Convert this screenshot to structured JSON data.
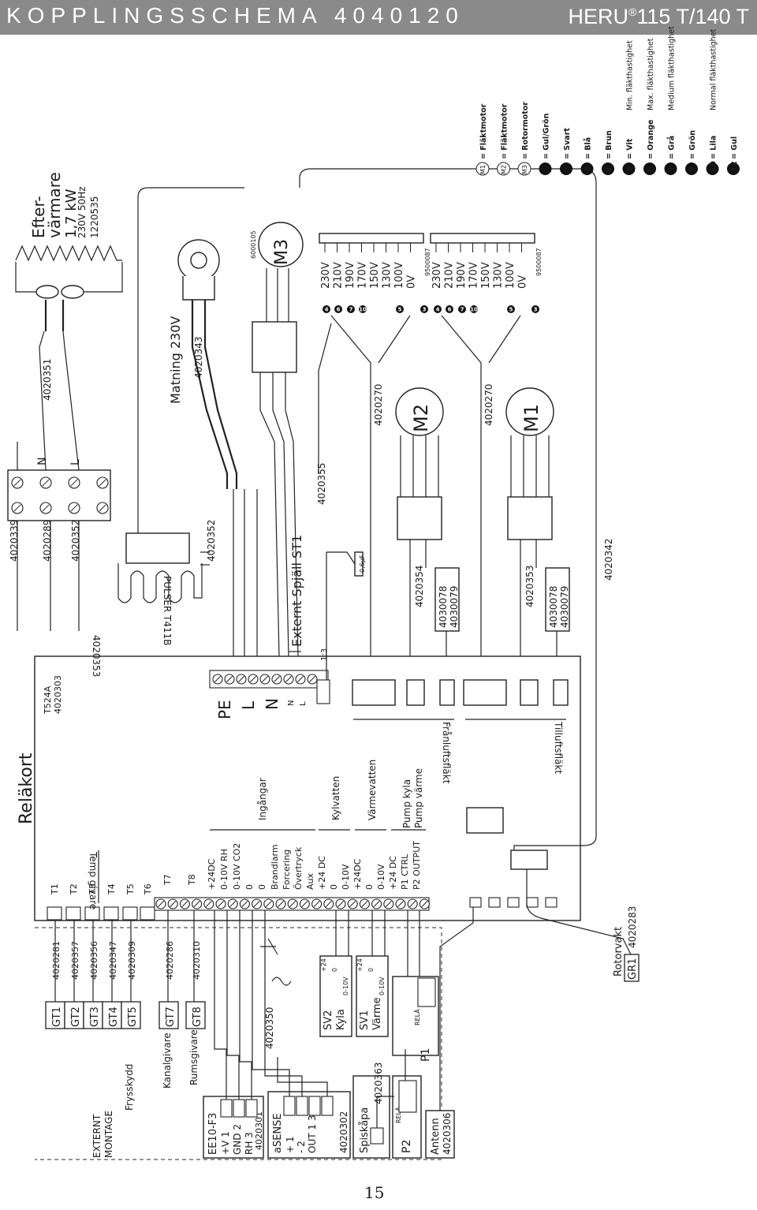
{
  "header": {
    "title": "KOPPLINGSSCHEMA 4040120",
    "model": "HERU",
    "model_reg": "®",
    "model_suffix": "115 T/140 T"
  },
  "page_number": "15",
  "relay_board": {
    "title": "Reläkort",
    "code1": "T524A",
    "code2": "4020303",
    "temp_label": "Temp givare",
    "inputs_label": "Ingångar",
    "kyl_label": "Kylvatten",
    "varm_label": "Värmevatten",
    "pump_kyla": "Pump kyla",
    "pump_varme": "Pump värme",
    "terminals": [
      "T1",
      "T2",
      "T3",
      "T4",
      "T5",
      "T6",
      "T7",
      "T8"
    ],
    "pins": [
      "+24DC",
      "0-10V RH",
      "0-10V CO2",
      "0",
      "0",
      "Brandlarm",
      "Forcering",
      "Övertryck",
      "Aux",
      "+24 DC",
      "0",
      "0-10V",
      "+24DC",
      "0",
      "0-10V",
      "+24 DC",
      "P1 CTRL",
      "P2 OUTPUT"
    ],
    "power": [
      "PE",
      "L",
      "N",
      "N",
      "L",
      "1:3"
    ],
    "fan_exhaust": "Frånluftsfläkt",
    "fan_supply": "Tilluftsfläkt"
  },
  "sensors": [
    {
      "tag": "GT1",
      "code": "4020281"
    },
    {
      "tag": "GT2",
      "code": "4020357"
    },
    {
      "tag": "GT3",
      "code": "4020356"
    },
    {
      "tag": "GT4",
      "code": "4020347"
    },
    {
      "tag": "GT5",
      "code": "4020309",
      "label": "Frysskydd"
    },
    {
      "tag": "GT7",
      "code": "4020286",
      "label": "Kanalgivare"
    },
    {
      "tag": "GT8",
      "code": "4020310",
      "label": "Rumsgivare"
    }
  ],
  "external": {
    "label1": "EXTERNT",
    "label2": "MONTAGE",
    "ee10": {
      "title": "EE10-F3",
      "rows": [
        "+V 1",
        "GND 2",
        "RH 3"
      ],
      "code": "4020301"
    },
    "asense": {
      "title": "aSENSE",
      "rows": [
        "+ 1",
        "- 2",
        "OUT 1 3"
      ],
      "code": "4020302"
    },
    "spiskapa": {
      "title": "Spiskåpa",
      "code": "4020363"
    },
    "p2": "P2",
    "p1": "P1",
    "rela": "RELÄ",
    "antenn": {
      "title": "Antenn",
      "code": "4020306"
    },
    "sv2": {
      "title": "SV2",
      "sub": "Kyla",
      "pins": [
        "+24",
        "0",
        "0-10V"
      ]
    },
    "sv1": {
      "title": "SV1",
      "sub": "Värme",
      "pins": [
        "+24",
        "0",
        "0-10V"
      ]
    },
    "code_4020350": "4020350",
    "rotorvakt": {
      "title": "Rotorvakt",
      "tag": "GR1",
      "code": "4020283"
    }
  },
  "cables": {
    "c4020339": "4020339",
    "c4020289": "4020289",
    "c4020352a": "4020352",
    "c4020352b": "4020352",
    "c4020353": "4020353",
    "pulser": "PULSER T411B",
    "c4020343": "4020343",
    "matning": "Matning 230V",
    "c4020351": "4020351",
    "c4020355": "4020355",
    "ext_damper": "Externt Spjäll ST1",
    "cap": "0,6µF",
    "c4020354": "4020354",
    "c4020353b": "4020353",
    "c4020342": "4020342",
    "c4020270a": "4020270",
    "c4020270b": "4020270",
    "c6000105": "6000105",
    "c9500087a": "9500087",
    "c9500087b": "9500087",
    "fuse1a": "4030078",
    "fuse1b": "4030079",
    "fuse2a": "4030078",
    "fuse2b": "4030079"
  },
  "heater": {
    "title1": "Efter-",
    "title2": "värmare",
    "power": "1,7 kW",
    "volt": "230V 50Hz",
    "code": "1220535"
  },
  "terminal_block": {
    "n": "N",
    "l": "L"
  },
  "motors": {
    "m1": "M1",
    "m2": "M2",
    "m3": "M3"
  },
  "voltages": [
    "230V",
    "210V",
    "190V",
    "170V",
    "150V",
    "130V",
    "100V",
    "0V"
  ],
  "wire_nums": [
    "4",
    "6",
    "7",
    "10",
    "5",
    "3"
  ],
  "legend": [
    {
      "key": "M1",
      "kind": "motor",
      "label": "= Fläktmotor",
      "desc": ""
    },
    {
      "key": "M2",
      "kind": "motor",
      "label": "= Fläktmotor",
      "desc": ""
    },
    {
      "key": "M3",
      "kind": "motor",
      "label": "= Rotormotor",
      "desc": ""
    },
    {
      "key": "1",
      "kind": "num",
      "label": "= Gul/Grön",
      "desc": ""
    },
    {
      "key": "2",
      "kind": "num",
      "label": "= Svart",
      "desc": ""
    },
    {
      "key": "3",
      "kind": "num",
      "label": "= Blå",
      "desc": ""
    },
    {
      "key": "4",
      "kind": "num",
      "label": "= Brun",
      "desc": ""
    },
    {
      "key": "5",
      "kind": "num",
      "label": "= Vit",
      "desc": "Min. fläkthastighet"
    },
    {
      "key": "6",
      "kind": "num",
      "label": "= Orange",
      "desc": "Max. fläkthastighet"
    },
    {
      "key": "7",
      "kind": "num",
      "label": "= Grå",
      "desc": "Medium fläkthastighet"
    },
    {
      "key": "9",
      "kind": "num",
      "label": "= Grön",
      "desc": ""
    },
    {
      "key": "10",
      "kind": "num",
      "label": "= Lila",
      "desc": "Normal fläkthastighet"
    },
    {
      "key": "12",
      "kind": "num",
      "label": "= Gul",
      "desc": ""
    }
  ]
}
